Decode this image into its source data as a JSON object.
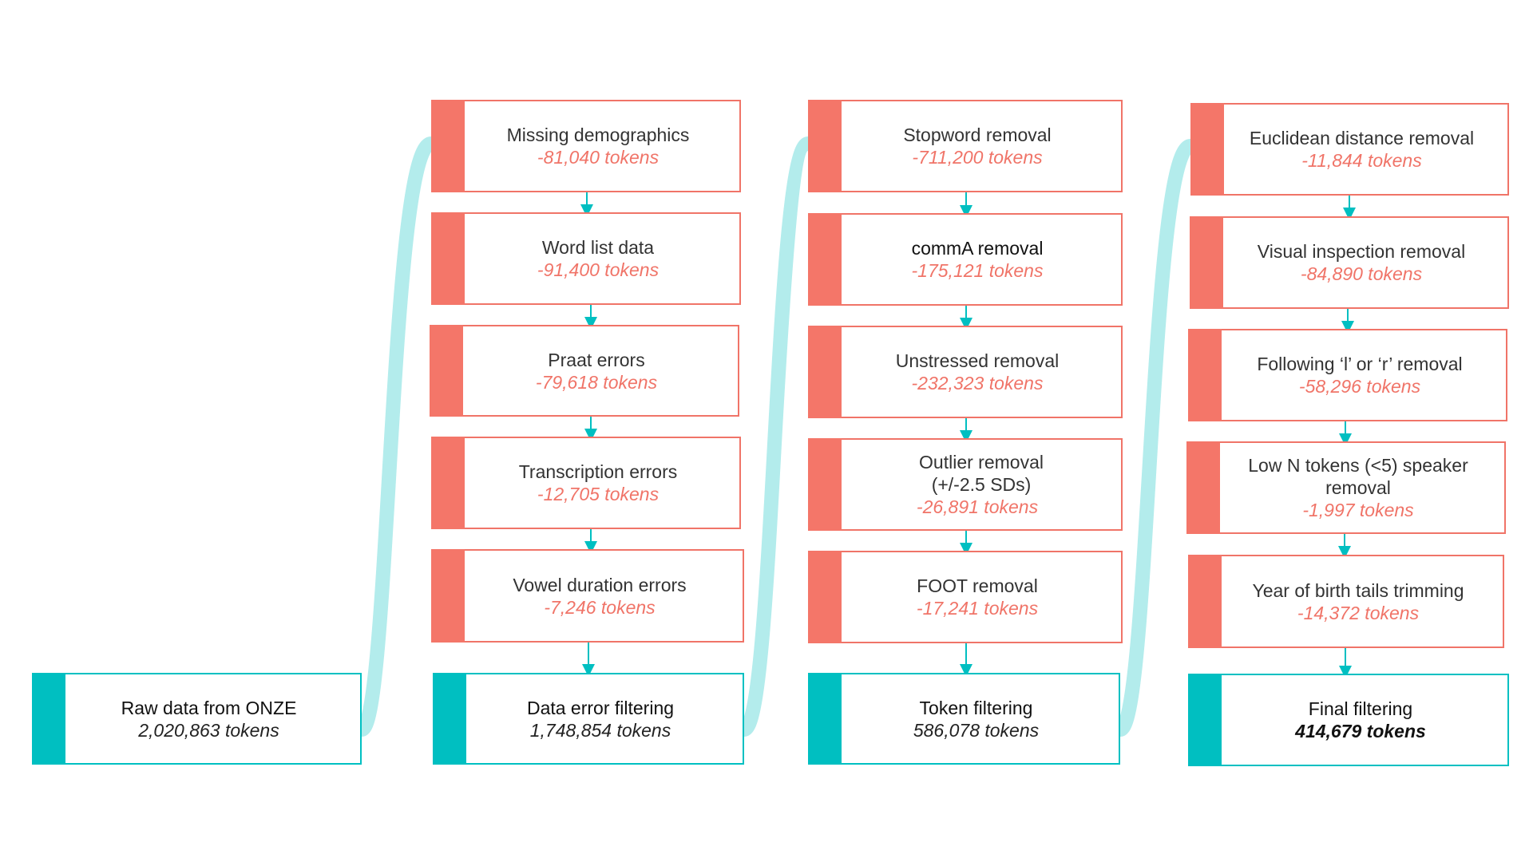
{
  "colors": {
    "filter_step": "#f47669",
    "summary": "#00bfc1",
    "connector": "#b3ecec",
    "arrow": "#00bfc1"
  },
  "raw": {
    "title": "Raw data from ONZE",
    "count": "2,020,863 tokens"
  },
  "column1": {
    "steps": [
      {
        "title": "Missing demographics",
        "count": "-81,040 tokens"
      },
      {
        "title": "Word list data",
        "count": "-91,400 tokens"
      },
      {
        "title": "Praat errors",
        "count": "-79,618 tokens"
      },
      {
        "title": "Transcription errors",
        "count": "-12,705 tokens"
      },
      {
        "title": "Vowel duration errors",
        "count": "-7,246 tokens"
      }
    ],
    "summary": {
      "title": "Data error filtering",
      "count": "1,748,854 tokens"
    }
  },
  "column2": {
    "steps": [
      {
        "title": "Stopword removal",
        "count": "-711,200 tokens"
      },
      {
        "title": "commA removal",
        "count": "-175,121 tokens"
      },
      {
        "title": "Unstressed removal",
        "count": "-232,323 tokens"
      },
      {
        "title": "Outlier removal (+/-2.5 SDs)",
        "count": "-26,891 tokens"
      },
      {
        "title": "FOOT removal",
        "count": "-17,241 tokens"
      }
    ],
    "summary": {
      "title": "Token filtering",
      "count": "586,078 tokens"
    }
  },
  "column3": {
    "steps": [
      {
        "title": "Euclidean distance removal",
        "count": "-11,844 tokens"
      },
      {
        "title": "Visual inspection removal",
        "count": "-84,890 tokens"
      },
      {
        "title": "Following ‘l’ or ‘r’ removal",
        "count": "-58,296 tokens"
      },
      {
        "title": "Low N tokens (<5) speaker removal",
        "count": "-1,997 tokens"
      },
      {
        "title": "Year of birth tails trimming",
        "count": "-14,372 tokens"
      }
    ],
    "summary": {
      "title": "Final filtering",
      "count": "414,679 tokens"
    }
  }
}
